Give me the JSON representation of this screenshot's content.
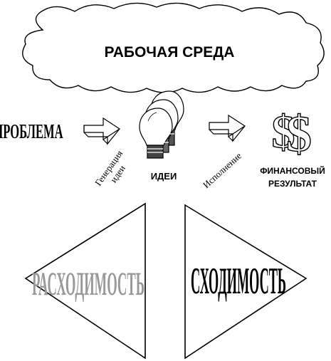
{
  "workspace": {
    "label": "РАБОЧАЯ СРЕДА"
  },
  "problem": {
    "label": "ПРОБЛЕМА"
  },
  "step1": {
    "line1": "Генерация",
    "line2": "идеи"
  },
  "ideas": {
    "label": "ИДЕИ",
    "icon": "lightbulbs-icon"
  },
  "step2": {
    "label": "Исполнение"
  },
  "result": {
    "line1": "ФИНАНСОВЫЙ",
    "line2": "РЕЗУЛЬТАТ",
    "icon": "dollar-signs-icon"
  },
  "divergence": {
    "label": "РАСХОДИМОСТЬ",
    "color": "#999999"
  },
  "convergence": {
    "label": "СХОДИМОСТЬ",
    "color": "#000000"
  }
}
